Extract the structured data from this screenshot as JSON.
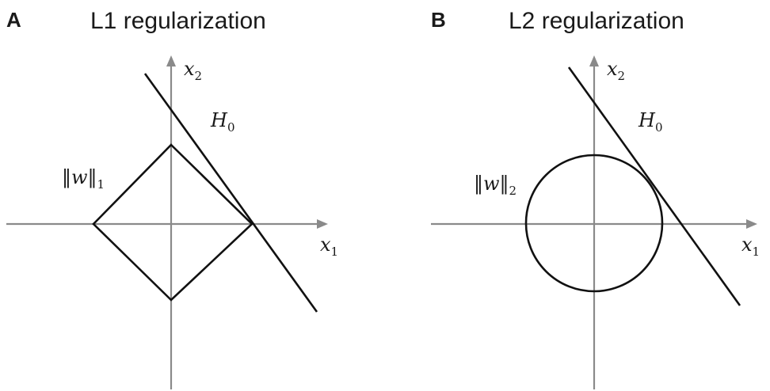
{
  "panels": [
    {
      "letter": "A",
      "title": "L1 regularization",
      "x_axis_label": {
        "base": "x",
        "sub": "1"
      },
      "y_axis_label": {
        "base": "x",
        "sub": "2"
      },
      "line_label": {
        "base": "H",
        "sub": "0"
      },
      "norm_label": {
        "open": "‖",
        "var": "w",
        "close": "‖",
        "sub": "1"
      },
      "shape": "diamond"
    },
    {
      "letter": "B",
      "title": "L2 regularization",
      "x_axis_label": {
        "base": "x",
        "sub": "1"
      },
      "y_axis_label": {
        "base": "x",
        "sub": "2"
      },
      "line_label": {
        "base": "H",
        "sub": "0"
      },
      "norm_label": {
        "open": "‖",
        "var": "w",
        "close": "‖",
        "sub": "2"
      },
      "shape": "circle"
    }
  ]
}
